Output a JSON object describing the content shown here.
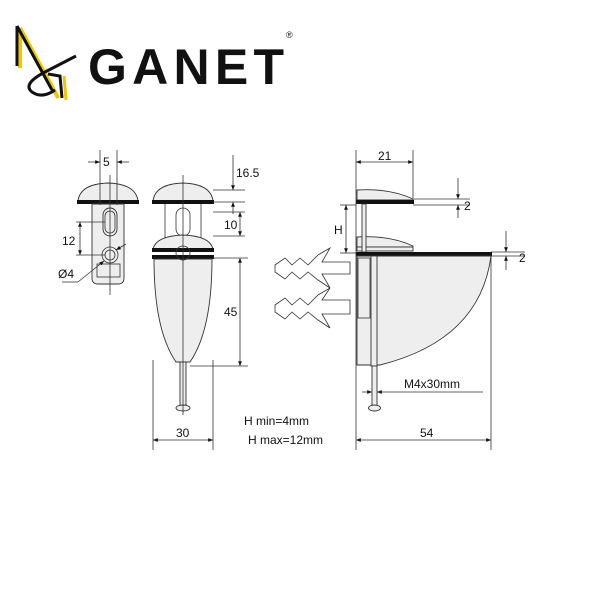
{
  "brand": {
    "name": "GANET",
    "registered": "®",
    "colors": {
      "black": "#111111",
      "yellow": "#f2c500"
    }
  },
  "dimensions": {
    "slot_width": "5",
    "hole_spacing": "12",
    "hole_diameter": "Ø4",
    "cap_height": "16.5",
    "slot_height": "10",
    "body_height": "45",
    "body_width": "30",
    "top_depth": "21",
    "glass_top": "2",
    "gap": "H",
    "glass_bottom": "2",
    "screw": "M4x30mm",
    "total_depth": "54"
  },
  "notes": {
    "h_min": "H min=4mm",
    "h_max": "H max=12mm"
  }
}
